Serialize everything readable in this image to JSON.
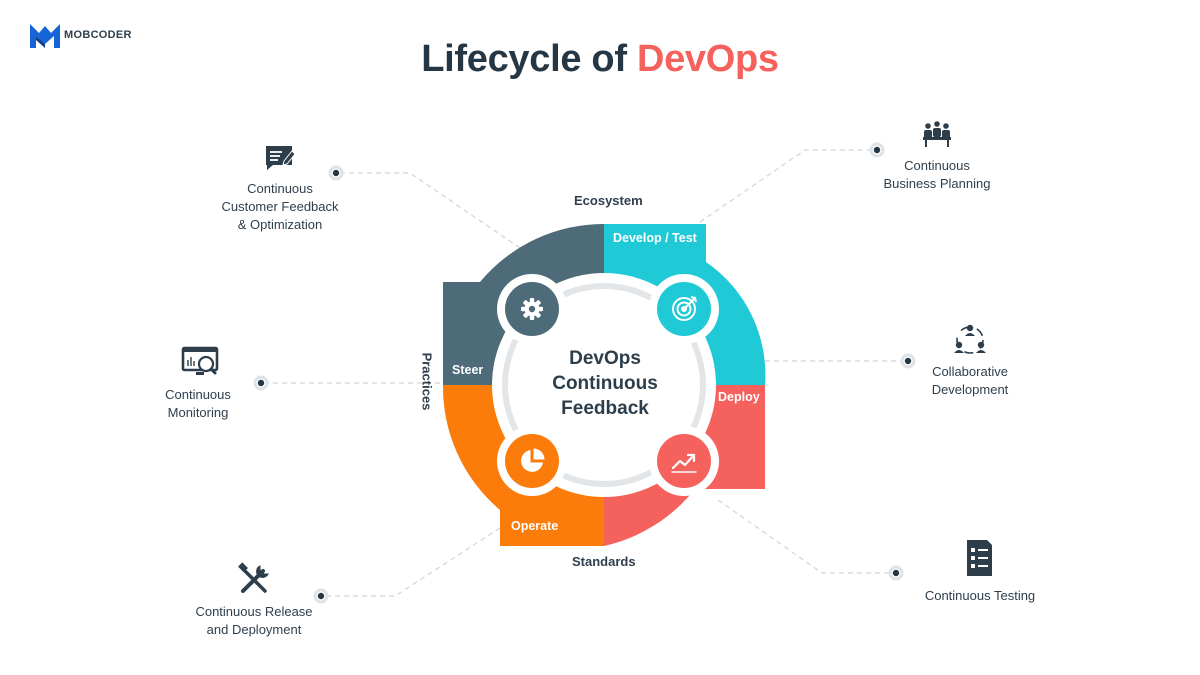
{
  "brand": {
    "name": "MOBCODER"
  },
  "title": {
    "part1": "Lifecycle of ",
    "part2": "DevOps"
  },
  "center": {
    "line1": "DevOps",
    "line2": "Continuous",
    "line3": "Feedback"
  },
  "ring_labels": {
    "top": "Ecosystem",
    "bottom": "Standards",
    "left": "Practices"
  },
  "segments": [
    {
      "label": "Develop / Test",
      "color": "#20c9d6",
      "icon": "target-icon"
    },
    {
      "label": "Deploy",
      "color": "#f5615c",
      "icon": "growth-chart-icon"
    },
    {
      "label": "Operate",
      "color": "#fb7c0a",
      "icon": "pie-chart-icon"
    },
    {
      "label": "Steer",
      "color": "#4d6b79",
      "icon": "gear-icon"
    }
  ],
  "practices": [
    {
      "line1": "Continuous",
      "line2": "Business Planning",
      "icon": "team-meeting-icon"
    },
    {
      "line1": "Collaborative",
      "line2": "Development",
      "icon": "network-people-icon"
    },
    {
      "line1": "Continuous Testing",
      "line2": "",
      "icon": "checklist-icon"
    },
    {
      "line1": "Continuous Release",
      "line2": "and Deployment",
      "icon": "tools-icon"
    },
    {
      "line1": "Continuous",
      "line2": "Monitoring",
      "icon": "monitor-search-icon"
    },
    {
      "line1": "Continuous",
      "line2": "Customer Feedback",
      "line3": "& Optimization",
      "icon": "feedback-icon"
    }
  ],
  "colors": {
    "dark_text": "#253744",
    "accent_red": "#f5615c",
    "teal": "#20c9d6",
    "orange": "#fb7c0a",
    "slate": "#4d6b79"
  }
}
